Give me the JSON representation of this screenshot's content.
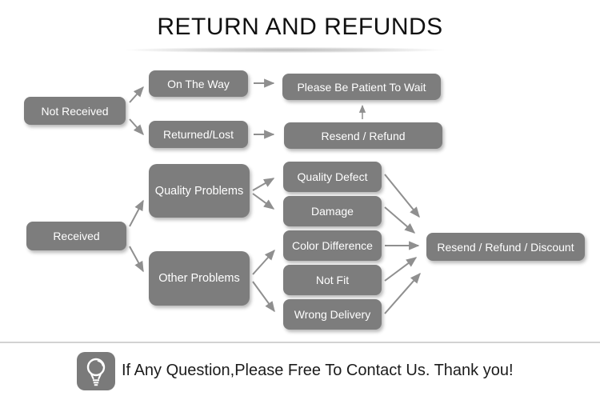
{
  "title": "RETURN AND REFUNDS",
  "flowchart": {
    "nodes": {
      "not_received": {
        "label": "Not Received"
      },
      "on_the_way": {
        "label": "On The Way"
      },
      "returned_lost": {
        "label": "Returned/Lost"
      },
      "please_be_patient": {
        "label": "Please Be Patient To Wait"
      },
      "resend_refund": {
        "label": "Resend / Refund"
      },
      "received": {
        "label": "Received"
      },
      "quality_problems": {
        "label": "Quality Problems"
      },
      "other_problems": {
        "label": "Other Problems"
      },
      "quality_defect": {
        "label": "Quality Defect"
      },
      "damage": {
        "label": "Damage"
      },
      "color_difference": {
        "label": "Color Difference"
      },
      "not_fit": {
        "label": "Not Fit"
      },
      "wrong_delivery": {
        "label": "Wrong Delivery"
      },
      "resend_refund_discount": {
        "label": "Resend / Refund / Discount"
      }
    },
    "edges": [
      {
        "from": "not_received",
        "to": "on_the_way"
      },
      {
        "from": "not_received",
        "to": "returned_lost"
      },
      {
        "from": "on_the_way",
        "to": "please_be_patient"
      },
      {
        "from": "returned_lost",
        "to": "resend_refund"
      },
      {
        "from": "resend_refund",
        "to": "please_be_patient"
      },
      {
        "from": "received",
        "to": "quality_problems"
      },
      {
        "from": "received",
        "to": "other_problems"
      },
      {
        "from": "quality_problems",
        "to": "quality_defect"
      },
      {
        "from": "quality_problems",
        "to": "damage"
      },
      {
        "from": "other_problems",
        "to": "color_difference"
      },
      {
        "from": "other_problems",
        "to": "wrong_delivery"
      },
      {
        "from": "quality_defect",
        "to": "resend_refund_discount"
      },
      {
        "from": "damage",
        "to": "resend_refund_discount"
      },
      {
        "from": "color_difference",
        "to": "resend_refund_discount"
      },
      {
        "from": "not_fit",
        "to": "resend_refund_discount"
      },
      {
        "from": "wrong_delivery",
        "to": "resend_refund_discount"
      }
    ]
  },
  "footer": {
    "icon": "light-bulb-icon",
    "message": "If Any Question,Please Free To Contact Us. Thank you!"
  },
  "colors": {
    "node_background": "#7d7d7d",
    "node_text": "#ffffff",
    "arrow": "#8f8f8f",
    "title_text": "#111111",
    "divider": "#d2d2d2"
  }
}
